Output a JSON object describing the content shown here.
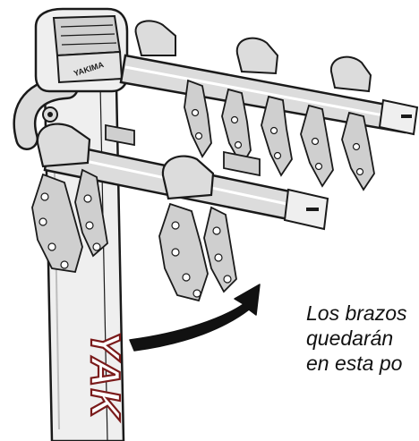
{
  "caption": {
    "lines": [
      "Los brazos",
      "quedarán",
      "en esta po"
    ]
  },
  "branding": {
    "head_logo": "YAKIMA",
    "mast_logo": "YAK"
  },
  "colors": {
    "outline": "#1a1a1a",
    "mast_fill": "#efefef",
    "arm_fill": "#dcdcdc",
    "strap_fill": "#cfcfcf",
    "arrow": "#111111",
    "logo_red": "#7a1a1a"
  }
}
